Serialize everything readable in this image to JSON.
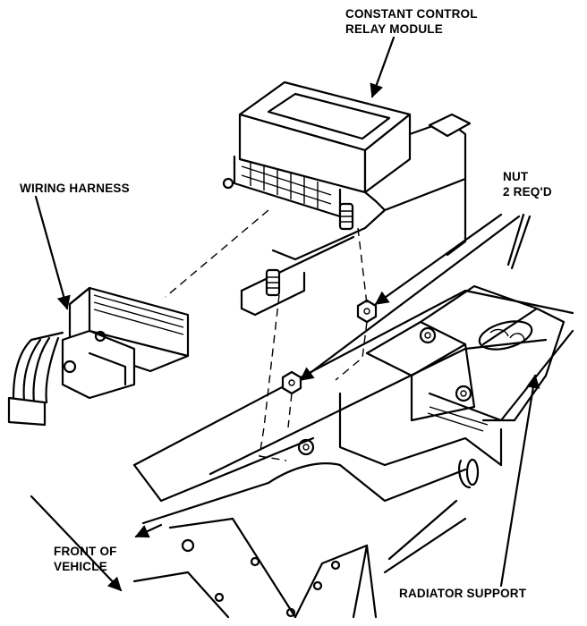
{
  "labels": {
    "module_line1": "CONSTANT CONTROL",
    "module_line2": "RELAY MODULE",
    "harness": "WIRING HARNESS",
    "nut_line1": "NUT",
    "nut_line2": "2 REQ'D",
    "front_line1": "FRONT OF",
    "front_line2": "VEHICLE",
    "radiator": "RADIATOR SUPPORT"
  }
}
